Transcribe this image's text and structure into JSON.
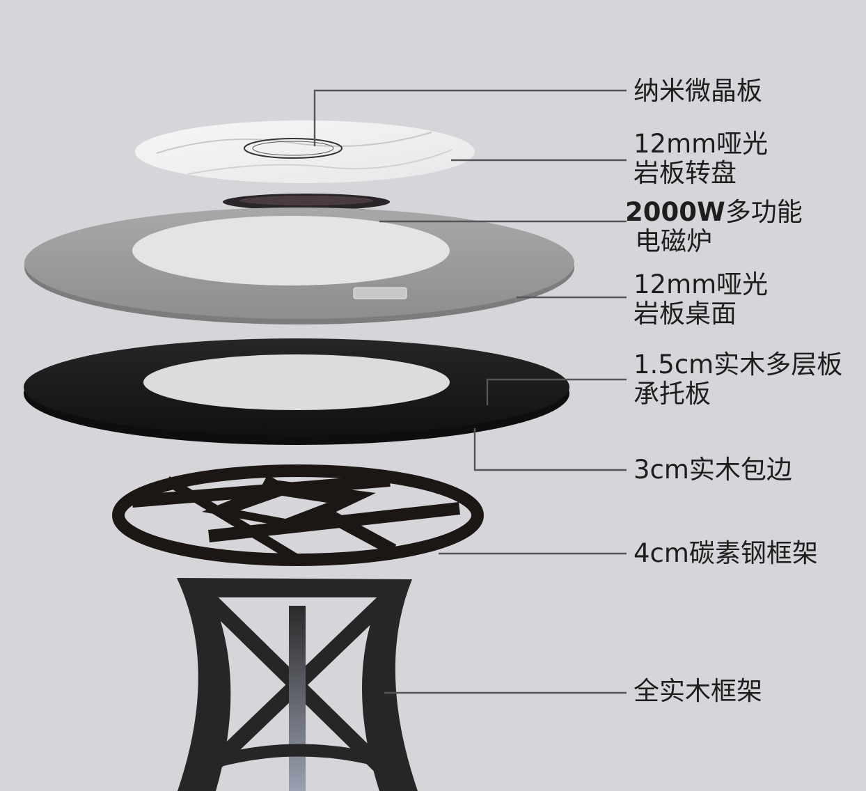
{
  "diagram": {
    "type": "exploded-view",
    "subject": "round dining table with induction cooker",
    "colors": {
      "background": "#d6d6da",
      "leader_line": "#55555a",
      "label_text": "#1e1e1e",
      "turntable": "#f2f2f2",
      "tabletop": "#9c9c9c",
      "support_board": "#1a1a1a",
      "steel_frame": "#1c1714",
      "wood_base": "#262626"
    },
    "callouts": [
      {
        "id": "nano-crystal-board",
        "lines": [
          "纳米微晶板"
        ]
      },
      {
        "id": "turntable",
        "lines": [
          "12mm哑光",
          "岩板转盘"
        ]
      },
      {
        "id": "induction-cooker",
        "bold_prefix": "2000W",
        "lines": [
          "多功能",
          "电磁炉"
        ]
      },
      {
        "id": "tabletop",
        "lines": [
          "12mm哑光",
          "岩板桌面"
        ]
      },
      {
        "id": "support-board",
        "lines": [
          "1.5cm实木多层板",
          "承托板"
        ]
      },
      {
        "id": "wood-edge",
        "lines": [
          "3cm实木包边"
        ]
      },
      {
        "id": "steel-frame",
        "lines": [
          "4cm碳素钢框架"
        ]
      },
      {
        "id": "wood-base",
        "lines": [
          "全实木框架"
        ]
      }
    ]
  }
}
